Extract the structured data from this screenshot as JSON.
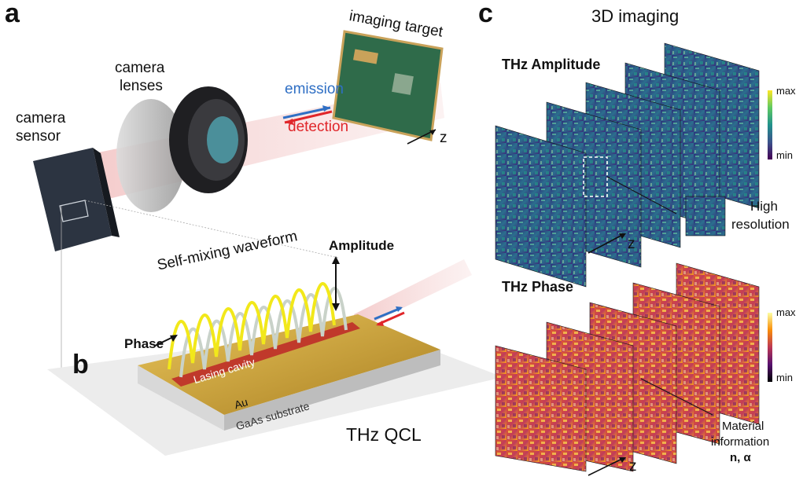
{
  "panels": {
    "a": "a",
    "b": "b",
    "c": "c"
  },
  "panel_a": {
    "camera_sensor": [
      "camera",
      "sensor"
    ],
    "camera_lenses": [
      "camera",
      "lenses"
    ],
    "imaging_target": "imaging target",
    "emission": "emission",
    "detection": "detection",
    "axis": "z"
  },
  "panel_b": {
    "self_mixing": "Self-mixing waveform",
    "amplitude": "Amplitude",
    "phase": "Phase",
    "lasing_cavity": "Lasing cavity",
    "au": "Au",
    "substrate": "GaAs substrate",
    "device": "THz QCL"
  },
  "panel_c": {
    "title": "3D imaging",
    "amplitude_title": "THz Amplitude",
    "phase_title": "THz Phase",
    "high_resolution": [
      "High",
      "resolution"
    ],
    "material_info": [
      "Material",
      "information",
      "n, α"
    ],
    "axis_top": "z",
    "axis_bottom": "z",
    "cb_max": "max",
    "cb_min": "min"
  },
  "colors": {
    "emission": "#2f6fc4",
    "detection": "#e0262a",
    "waveform": "#f2e81a",
    "gold": "#c9a136",
    "cavity": "#c0392b",
    "viridis_dark": "#440154",
    "viridis_light": "#fde725",
    "inferno_dark": "#000004",
    "inferno_light": "#fcffa4"
  }
}
